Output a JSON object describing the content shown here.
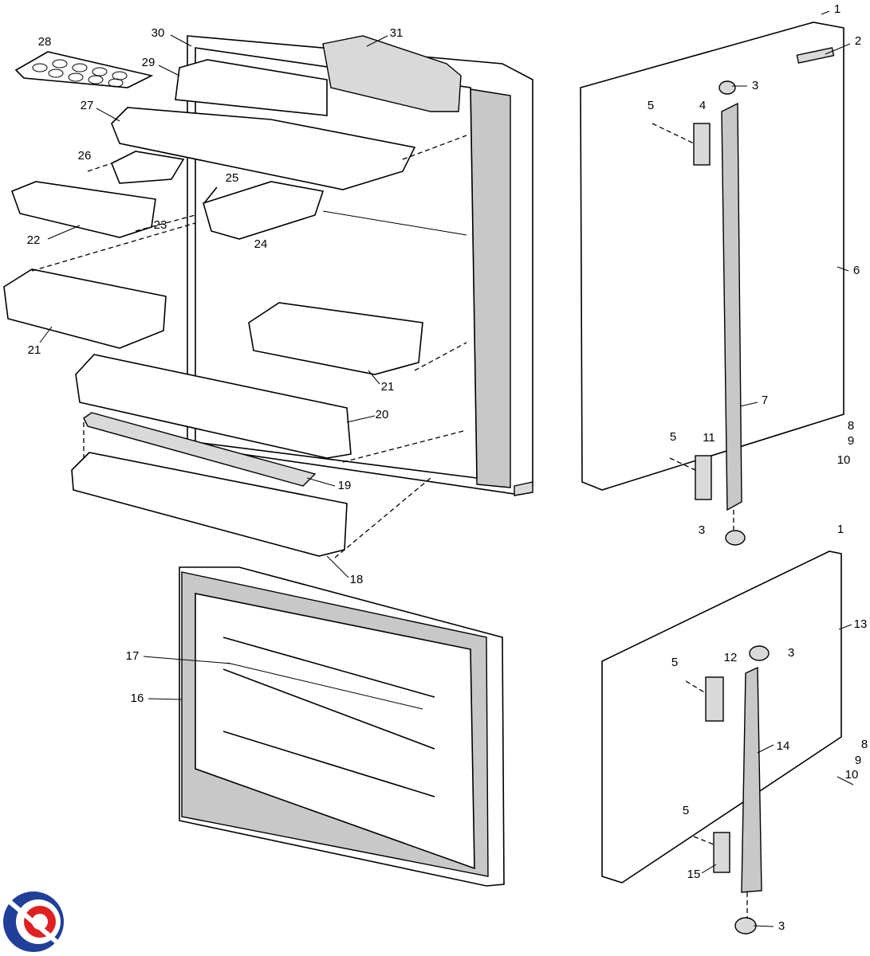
{
  "diagram": {
    "type": "exploded-parts-diagram",
    "labels": [
      "1",
      "2",
      "3",
      "4",
      "5",
      "6",
      "7",
      "8",
      "9",
      "10",
      "11",
      "5",
      "3",
      "1",
      "13",
      "3",
      "12",
      "5",
      "8",
      "9",
      "10",
      "14",
      "5",
      "15",
      "3",
      "16",
      "17",
      "18",
      "19",
      "20",
      "21",
      "21",
      "22",
      "23",
      "24",
      "25",
      "26",
      "27",
      "28",
      "29",
      "30",
      "31"
    ],
    "colors": {
      "line": "#000000",
      "shade": "#d9d9d9",
      "logo_blue": "#1f3f99",
      "logo_red": "#e02020"
    }
  }
}
